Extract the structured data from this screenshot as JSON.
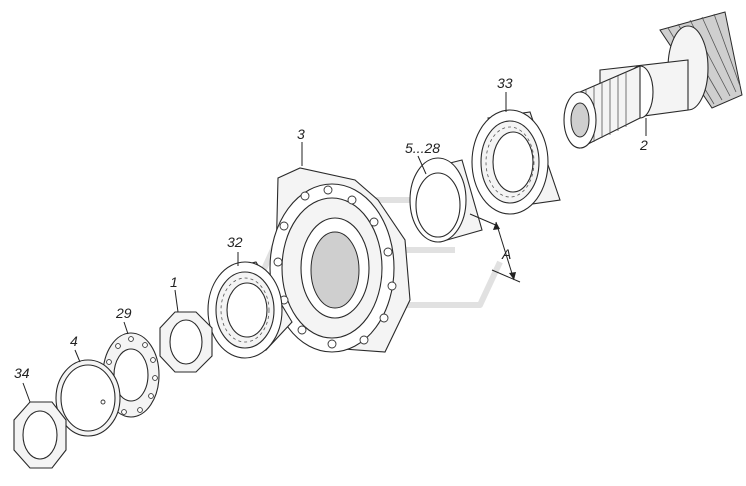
{
  "parts": [
    {
      "id": "34",
      "label": "34"
    },
    {
      "id": "4",
      "label": "4"
    },
    {
      "id": "29",
      "label": "29"
    },
    {
      "id": "1",
      "label": "1"
    },
    {
      "id": "32",
      "label": "32"
    },
    {
      "id": "3",
      "label": "3"
    },
    {
      "id": "5-28",
      "label": "5...28"
    },
    {
      "id": "33",
      "label": "33"
    },
    {
      "id": "2",
      "label": "2"
    }
  ],
  "dimension": {
    "label": "A"
  }
}
